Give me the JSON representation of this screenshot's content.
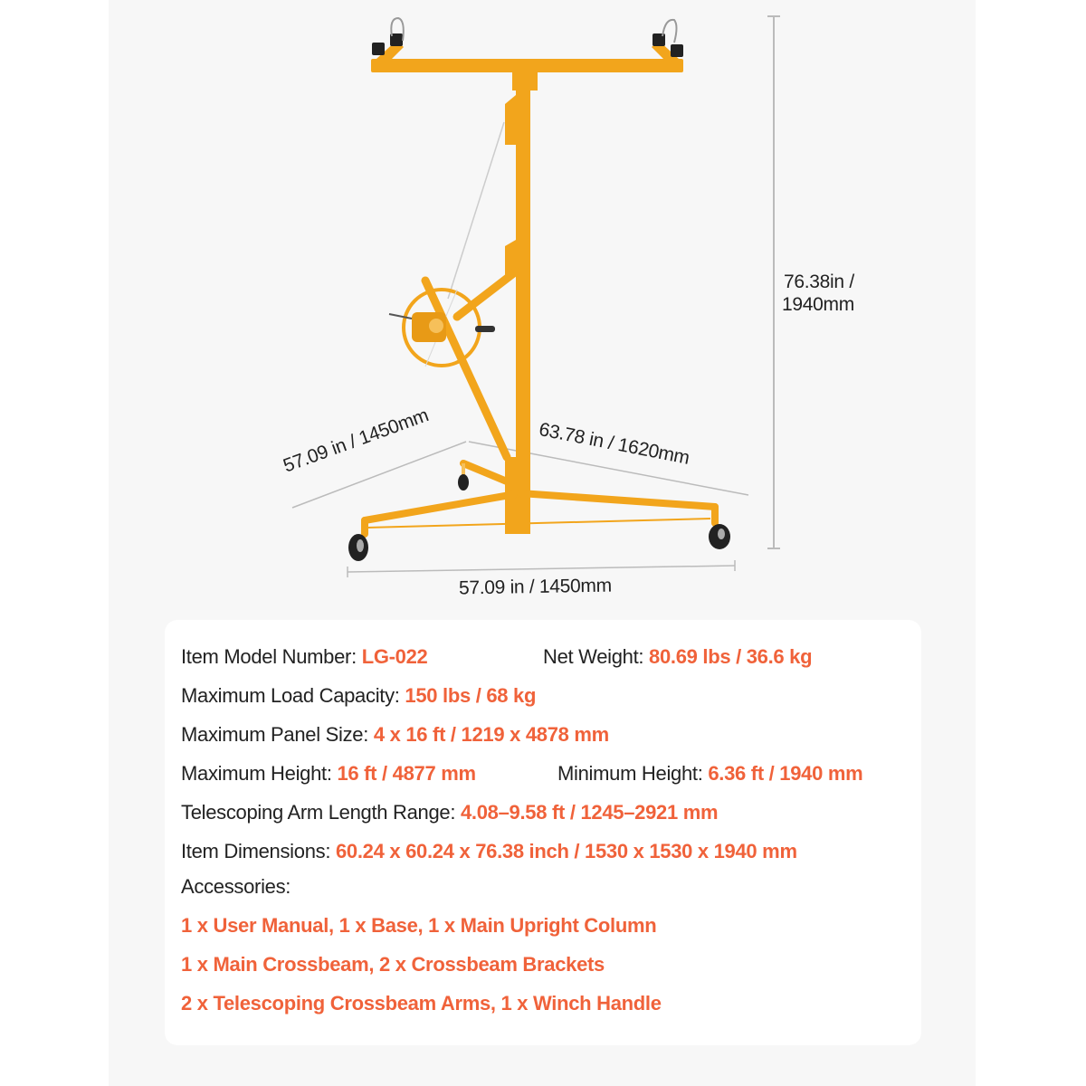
{
  "dimensions": {
    "height": "76.38in /",
    "height_mm": "1940mm",
    "base_left_diag": "57.09 in / 1450mm",
    "base_right_diag": "63.78 in / 1620mm",
    "base_width": "57.09 in / 1450mm"
  },
  "specs": {
    "model_label": "Item Model Number: ",
    "model_value": "LG-022",
    "weight_label": "Net Weight: ",
    "weight_value": "80.69 lbs / 36.6 kg",
    "load_label": "Maximum Load Capacity: ",
    "load_value": "150 lbs / 68 kg",
    "panel_label": "Maximum Panel Size: ",
    "panel_value": "4 x 16 ft / 1219 x 4878 mm",
    "max_height_label": "Maximum Height: ",
    "max_height_value": "16 ft / 4877 mm",
    "min_height_label": "Minimum Height: ",
    "min_height_value": "6.36 ft / 1940 mm",
    "arm_label": "Telescoping Arm Length Range: ",
    "arm_value": "4.08–9.58 ft / 1245–2921 mm",
    "dims_label": "Item Dimensions: ",
    "dims_value": "60.24 x 60.24 x 76.38 inch / 1530 x 1530 x 1940 mm",
    "accessories_label": "Accessories:",
    "accessories": [
      "1 x User Manual, 1 x Base, 1 x Main Upright Column",
      "1 x Main Crossbeam, 2 x Crossbeam Brackets",
      "2 x Telescoping Crossbeam Arms, 1 x Winch Handle"
    ]
  },
  "colors": {
    "frame": "#f2a51c",
    "accent_text": "#f0623a",
    "panel_bg": "#f7f7f7"
  }
}
